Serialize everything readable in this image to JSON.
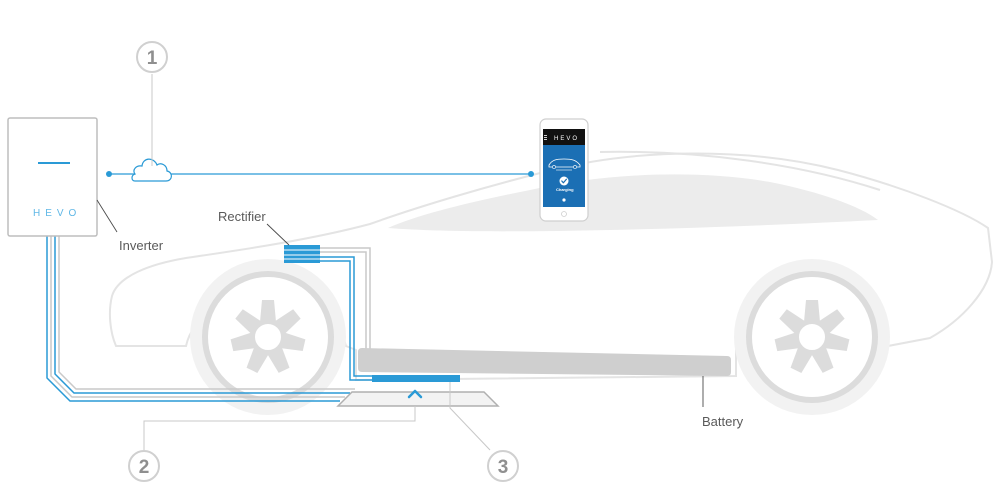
{
  "brand": "HEVO",
  "labels": {
    "inverter": "Inverter",
    "rectifier": "Rectifier",
    "battery": "Battery"
  },
  "markers": {
    "one": "1",
    "two": "2",
    "three": "3"
  },
  "phone": {
    "brand": "HEVO",
    "status": "Charging"
  },
  "colors": {
    "wire_blue": "#2a9ad6",
    "wire_gray": "#c9c9c9",
    "car_outline": "#e4e4e4",
    "marker": "#c8c8c8",
    "phone_screen": "#1b6fb4"
  },
  "icons": [
    "cloud-icon",
    "chevron-up-icon",
    "check-icon",
    "car-icon",
    "menu-icon"
  ]
}
